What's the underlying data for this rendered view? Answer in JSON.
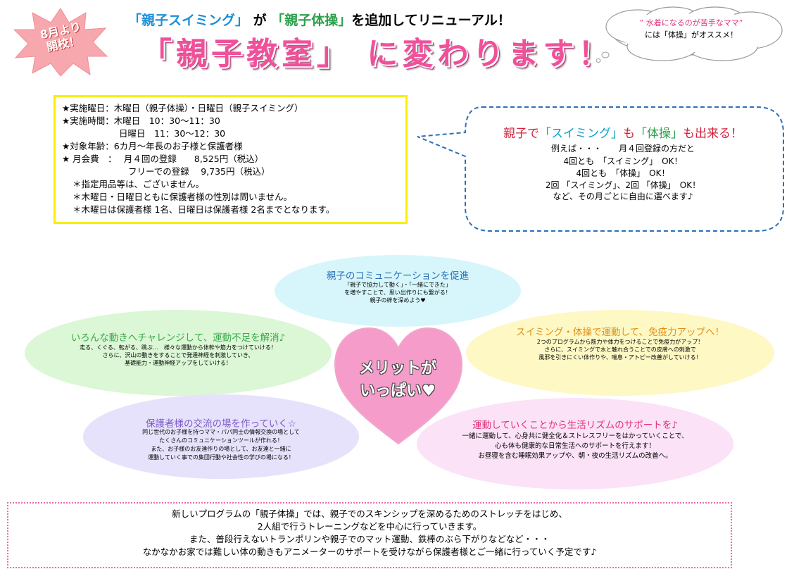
{
  "badge": {
    "line1": "8月より",
    "line2": "開校！"
  },
  "header": {
    "q1": "「親子スイミング」",
    "mid": "が",
    "q2": "「親子体操」",
    "tail": "を追加してリニューアル！",
    "title": "「親子教室」 に変わります！"
  },
  "cloud": {
    "line1": "” 水着になるのが苦手なママ”",
    "line2_a": "には",
    "line2_b": "「体操」",
    "line2_c": "がオススメ！"
  },
  "info": {
    "lines": [
      "★実施曜日：木曜日（親子体操）・日曜日（親子スイミング）",
      "★実施時間：木曜日　10：30～11：30",
      "日曜日　11：30～12：30",
      "★対象年齢：6カ月～年長のお子様と保護者様",
      "★ 月会費　：　 月４回の登録　　8,525円（税込）",
      "フリーでの登録　 9,735円（税込）",
      "＊指定用品等は、ございません。",
      "＊木曜日・日曜日ともに保護者様の性別は問いません。",
      "＊木曜日は保護者様 1名、日曜日は保護者様 2名までとなります。"
    ]
  },
  "bubble": {
    "title_a": "親子で",
    "title_b": "「スイミング」",
    "title_c": "も",
    "title_d": "「体操」",
    "title_e": "も出来る！",
    "lines": [
      "例えば・・・　　月４回登録の方だと",
      "4回とも　「スイミング」　OK！",
      "4回とも　「体操」　OK！",
      "2回 「スイミング」、2回 「体操」　OK！",
      "など、その月ごとに自由に選べます♪"
    ]
  },
  "merits": {
    "communication": {
      "title": "親子のコミュニケーションを促進",
      "lines": [
        "「親子で協力して動く」・「一緒にできた」",
        "を増やすことで、思い出作りにも繋がる！",
        "親子の絆を深めよう♥"
      ]
    },
    "challenge": {
      "title": "いろんな動きへチャレンジして、運動不足を解消♪",
      "lines": [
        "走る、くぐる、転がる、跳ぶ…　様々な運動から体幹や筋力をつけていける！",
        "さらに、沢山の動きをすることで発達神経を刺激していき、",
        "基礎能力・運動神経アップをしていける！"
      ]
    },
    "immunity": {
      "title": "スイミング・体操で運動して、免疫力アップへ！",
      "lines": [
        "2つのプログラムから筋力や体力をつけることで免疫力がアップ！",
        "さらに、スイミングで水と触れ合うことでの皮膚への刺激で",
        "風邪を引きにくい体作りや、喘息・アトピー改善がしていける！"
      ]
    },
    "exchange": {
      "title": "保護者様の交流の場を作っていく☆",
      "lines": [
        "同じ世代のお子様を持つママ・パパ同士の情報交換の場として",
        "たくさんのコミュニケーションツールが作れる！",
        "また、お子様のお友達作りの場として、お友達と一緒に",
        "運動していく事での集団行動や社会性の学びの場になる！"
      ]
    },
    "rhythm": {
      "title": "運動していくことから生活リズムのサポートを♪",
      "lines": [
        "一緒に運動して、心身共に健全化＆ストレスフリーをはかっていくことで、",
        "心も体も健康的な日常生活へのサポートを行えます！",
        "お昼寝を含む睡眠効果アップや、朝・夜の生活リズムの改善へ。"
      ]
    }
  },
  "heart": {
    "line1": "メリットが",
    "line2": "いっぱい♥"
  },
  "bottom": {
    "lines": [
      "新しいプログラムの「親子体操」では、親子でのスキンシップを深めるためのストレッチをはじめ、",
      "2人組で行うトレーニングなどを中心に行っていきます。",
      "また、普段行えないトランポリンや親子でのマット運動、鉄棒のぶら下がりなどなど・・・",
      "なかなかお家では難しい体の動きもアニメーターのサポートを受けながら保護者様とご一緒に行っていく予定です♪"
    ]
  },
  "colors": {
    "pink": "#f0509a",
    "blue": "#1b8fd8",
    "green": "#2aa04a",
    "yellow_border": "#f8f000",
    "bubble_border": "#2a6fb8",
    "heart": "#f59ccb"
  }
}
